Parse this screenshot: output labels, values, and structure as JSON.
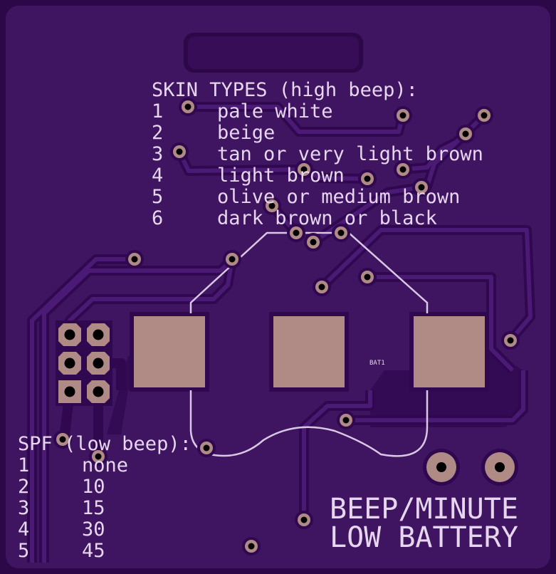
{
  "colors": {
    "board": "#3f1460",
    "edge": "#2c0848",
    "copper_pad": "#b08a84",
    "silkscreen": "#e6d6ee",
    "drill": "#000000"
  },
  "skin_types": {
    "title": "SKIN TYPES (high beep):",
    "rows": [
      {
        "num": "1",
        "label": "pale white"
      },
      {
        "num": "2",
        "label": "beige"
      },
      {
        "num": "3",
        "label": "tan or very light brown"
      },
      {
        "num": "4",
        "label": "light brown"
      },
      {
        "num": "5",
        "label": "olive or medium brown"
      },
      {
        "num": "6",
        "label": "dark brown or black"
      }
    ]
  },
  "spf": {
    "title": "SPF (low beep):",
    "rows": [
      {
        "num": "1",
        "label": "none"
      },
      {
        "num": "2",
        "label": "10"
      },
      {
        "num": "3",
        "label": "15"
      },
      {
        "num": "4",
        "label": "30"
      },
      {
        "num": "5",
        "label": "45"
      }
    ]
  },
  "buttons_label": {
    "line1": "BEEP/MINUTE",
    "line2": "LOW BATTERY"
  },
  "component_label": "BAT1"
}
